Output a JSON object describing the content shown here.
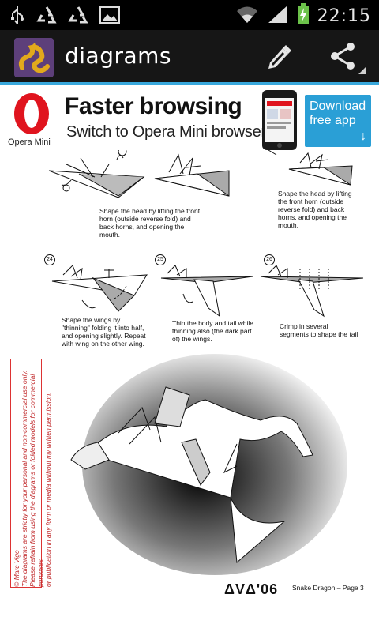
{
  "status_bar": {
    "time": "22:15",
    "icons": [
      "usb-icon",
      "recycle-icon",
      "recycle-icon",
      "image-icon",
      "wifi-icon",
      "signal-icon",
      "battery-charging-icon"
    ]
  },
  "action_bar": {
    "title": "diagrams",
    "actions": [
      "edit-icon",
      "share-icon"
    ],
    "accent_color": "#39a8dc"
  },
  "ad": {
    "brand": "Opera Mini",
    "headline": "Faster browsing",
    "subline": "Switch to Opera Mini browser",
    "cta_line1": "Download",
    "cta_line2": "free app",
    "cta_arrow": "↓",
    "brand_color": "#e0141e",
    "cta_color": "#2a9fd6"
  },
  "diagram": {
    "steps": [
      {
        "num": "",
        "caption": "Shape the head by lifting the front horn (outside reverse fold) and back horns, and opening the mouth."
      },
      {
        "num": "",
        "caption": "Shape the head by lifting the front horn (outside reverse fold) and back horns, and opening the mouth."
      },
      {
        "num": "24",
        "caption": "Shape the wings by \"thinning\" folding it into half, and opening slightly. Repeat with wing on the other wing."
      },
      {
        "num": "25",
        "caption": "Thin the body and tail while thinning also (the dark part of) the wings."
      },
      {
        "num": "26",
        "caption": "Crimp in several segments to shape the tail ."
      }
    ],
    "copyright": "© Marc Vigo\nThe diagrams are strictly for your personal and non-commercial use only.\nPlease refrain from using the diagrams or folded models for commercial purposes\nor publication in any form or media without my written permission.",
    "signature": "ΔVΔ'06",
    "page_label": "Snake Dragon – Page 3"
  }
}
